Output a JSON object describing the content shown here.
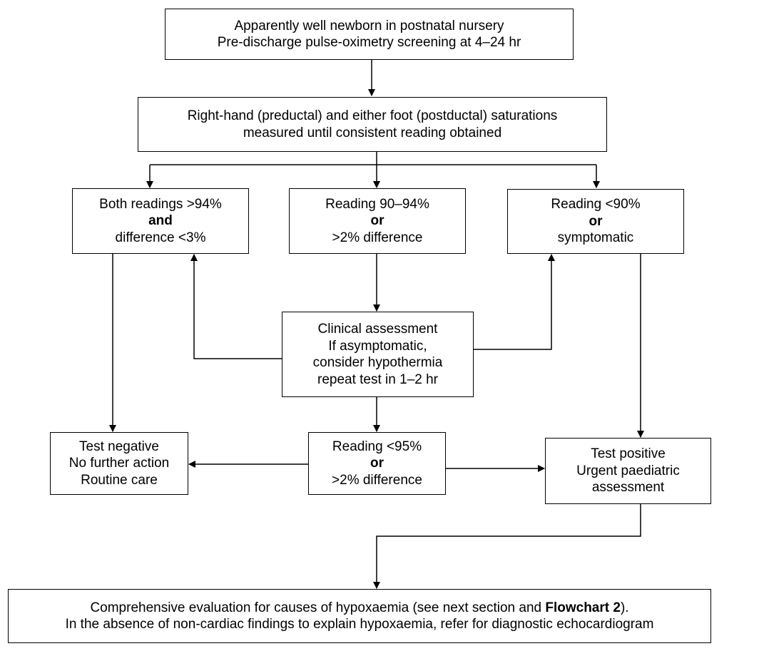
{
  "nodes": {
    "start": {
      "line1": "Apparently well newborn in postnatal nursery",
      "line2": "Pre-discharge pulse-oximetry screening at 4–24 hr"
    },
    "measure": {
      "line1": "Right-hand (preductal) and either foot (postductal) saturations",
      "line2": "measured until consistent reading obtained"
    },
    "both_high": {
      "line1": "Both readings >94%",
      "conj": "and",
      "line3": "difference <3%"
    },
    "mid_range": {
      "line1": "Reading 90–94%",
      "conj": "or",
      "line3": ">2% difference"
    },
    "low": {
      "line1": "Reading <90%",
      "conj": "or",
      "line3": "symptomatic"
    },
    "clinical": {
      "line1": "Clinical assessment",
      "line2": "If asymptomatic,",
      "line3": "consider hypothermia",
      "line4": "repeat test in 1–2 hr"
    },
    "negative": {
      "line1": "Test negative",
      "line2": "No further action",
      "line3": "Routine care"
    },
    "repeat": {
      "line1": "Reading <95%",
      "conj": "or",
      "line3": ">2% difference"
    },
    "positive": {
      "line1": "Test positive",
      "line2": "Urgent paediatric",
      "line3": "assessment"
    },
    "evaluation": {
      "line1_pre": "Comprehensive evaluation for causes of hypoxaemia (see next section and ",
      "line1_bold": "Flowchart 2",
      "line1_post": ").",
      "line2": "In the absence of non-cardiac findings to explain hypoxaemia, refer for diagnostic echocardiogram"
    }
  }
}
